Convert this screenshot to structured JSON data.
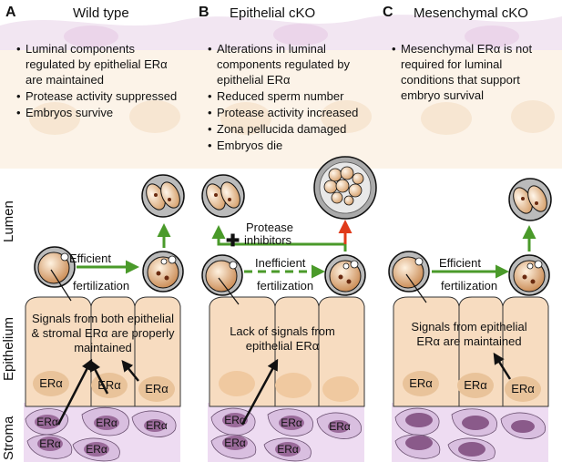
{
  "panels": [
    {
      "letter": "A",
      "title": "Wild type",
      "bullets": [
        "Luminal components",
        "regulated by epithelial ERα",
        "are maintained",
        "Protease activity suppressed",
        "Embryos survive"
      ],
      "arrow_label": [
        "Efficient",
        "fertilization"
      ],
      "signal_text": [
        "Signals from both epithelial",
        "& stromal ERα are properly",
        "maintained"
      ],
      "epi_er": [
        "ERα",
        "ERα",
        "ERα"
      ],
      "stroma_er": [
        "ERα",
        "ERα",
        "ERα",
        "ERα",
        "ERα"
      ]
    },
    {
      "letter": "B",
      "title": "Epithelial cKO",
      "bullets": [
        "Alterations in luminal",
        "components regulated by",
        "epithelial ERα",
        "Reduced sperm number",
        "Protease activity increased",
        "Zona pellucida damaged",
        "Embryos die"
      ],
      "arrow_label": [
        "Inefficient",
        "fertilization"
      ],
      "protease_label": [
        "Protease",
        "inhibitors"
      ],
      "signal_text": [
        "Lack of signals from",
        "epithelial ERα"
      ],
      "stroma_er": [
        "ERα",
        "ERα",
        "ERα",
        "ERα",
        "ERα"
      ]
    },
    {
      "letter": "C",
      "title": "Mesenchymal cKO",
      "bullets": [
        "Mesenchymal ERα is not",
        "required for luminal",
        "conditions that support",
        "embryo survival"
      ],
      "arrow_label": [
        "Efficient",
        "fertilization"
      ],
      "signal_text": [
        "Signals from epithelial",
        "ERα are maintained"
      ],
      "epi_er": [
        "ERα",
        "ERα",
        "ERα"
      ]
    }
  ],
  "side_labels": {
    "lumen": "Lumen",
    "epithelium": "Epithelium",
    "stroma": "Stroma"
  },
  "colors": {
    "green": "#4a9a2a",
    "red": "#e03a1a",
    "epithelium": "#f7dcc0",
    "stroma": "#d9bfe0",
    "nucleus": "#8a5a8a",
    "embryo": "#d9a070"
  }
}
